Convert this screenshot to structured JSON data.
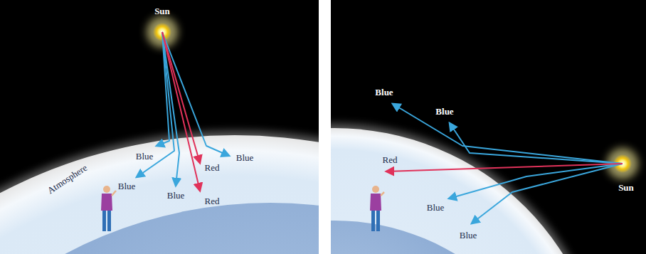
{
  "diagram": {
    "labels": [
      "Sun",
      "Atmosphere",
      "Blue",
      "Red",
      "Blue",
      "Blue",
      "Blue",
      "Red",
      "Blue",
      "Blue",
      "Red",
      "Sun",
      "Blue",
      "Blue"
    ]
  }
}
